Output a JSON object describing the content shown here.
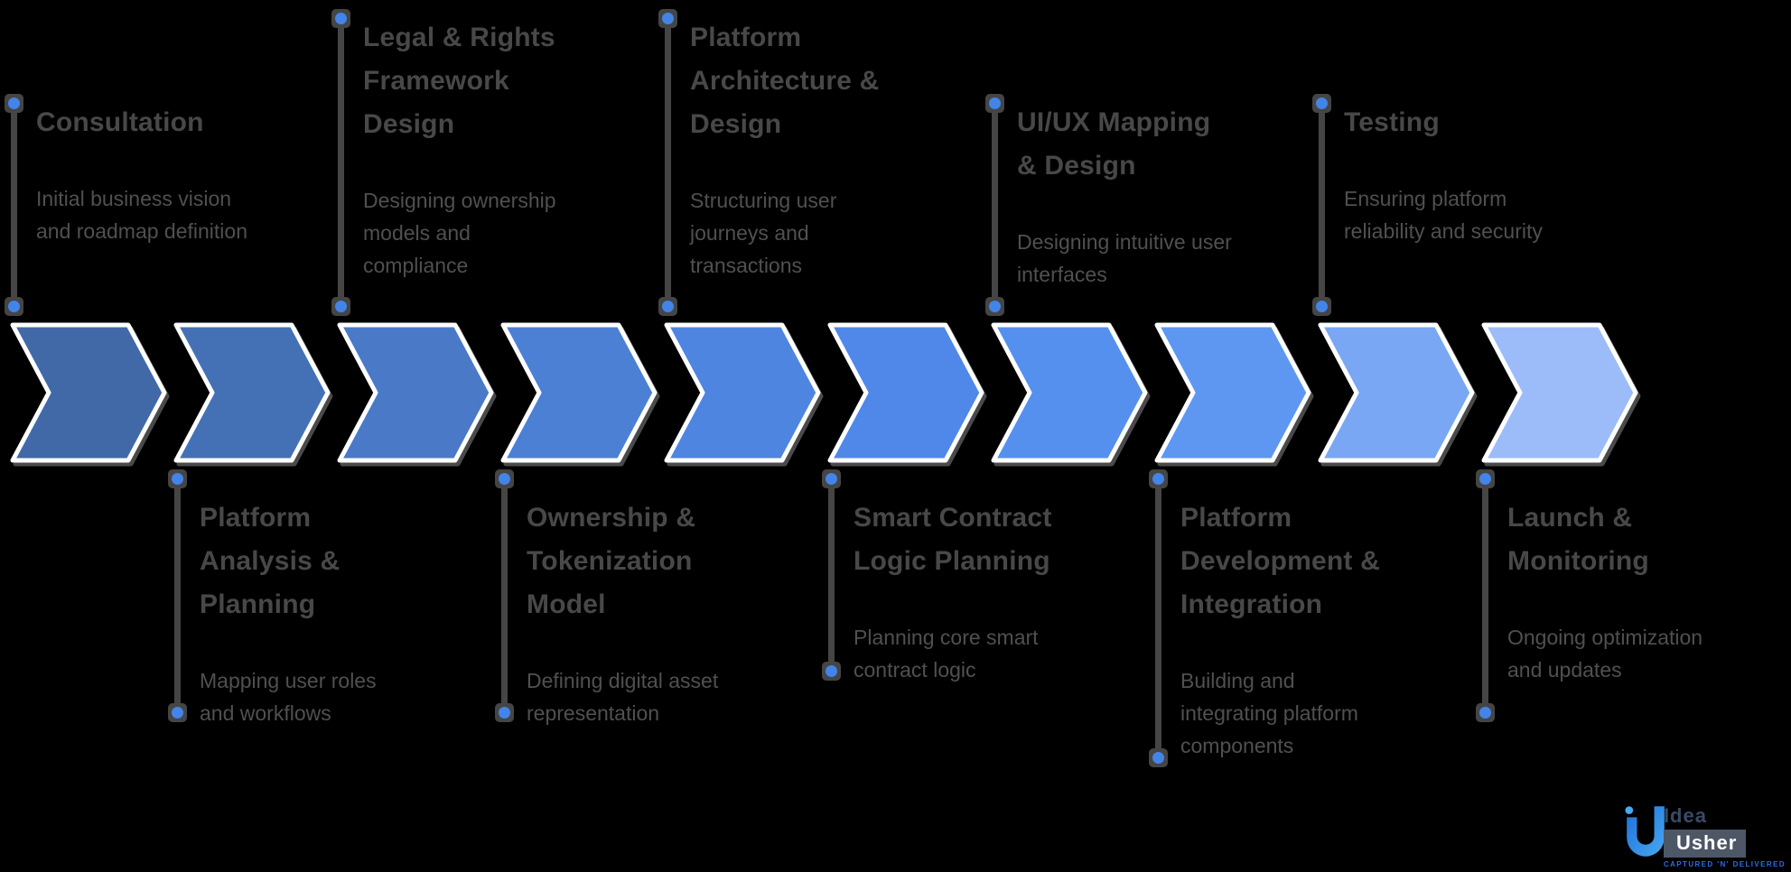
{
  "canvas": {
    "background": "#000000"
  },
  "colors": {
    "connector_line": "#454545",
    "connector_dot": "#4384E8",
    "chevron_border": "#FFFFFF",
    "title_text": "#484848",
    "body_text": "#505050"
  },
  "steps": [
    {
      "id": 1,
      "position": "top",
      "title": "Consultation",
      "description": "Initial business vision and roadmap definition",
      "color": "#4169A8"
    },
    {
      "id": 2,
      "position": "bottom",
      "title": "Platform Analysis & Planning",
      "description": "Mapping user roles and workflows",
      "color": "#4471B5"
    },
    {
      "id": 3,
      "position": "top",
      "title": "Legal & Rights Framework Design",
      "description": "Designing ownership models and compliance",
      "color": "#4A79C8"
    },
    {
      "id": 4,
      "position": "bottom",
      "title": "Ownership & Tokenization Model",
      "description": "Defining digital asset representation",
      "color": "#4C80D5"
    },
    {
      "id": 5,
      "position": "top",
      "title": "Platform Architecture & Design",
      "description": "Structuring user journeys and transactions",
      "color": "#4E85E0"
    },
    {
      "id": 6,
      "position": "bottom",
      "title": "Smart Contract Logic Planning",
      "description": "Planning core smart contract logic",
      "color": "#4F88E8"
    },
    {
      "id": 7,
      "position": "top",
      "title": "UI/UX Mapping & Design",
      "description": "Designing intuitive user interfaces",
      "color": "#5590EE"
    },
    {
      "id": 8,
      "position": "bottom",
      "title": "Platform Development & Integration",
      "description": "Building and integrating platform components",
      "color": "#5E97F2"
    },
    {
      "id": 9,
      "position": "top",
      "title": "Testing",
      "description": "Ensuring platform reliability and security",
      "color": "#7AA7F4"
    },
    {
      "id": 10,
      "position": "bottom",
      "title": "Launch & Monitoring",
      "description": "Ongoing optimization and updates",
      "color": "#9BBCF8"
    }
  ],
  "logo": {
    "brand_top": "Idea",
    "brand_bottom": "Usher",
    "tagline": "CAPTURED 'N' DELIVERED",
    "mark_gradient_start": "#1E6FD9",
    "mark_gradient_end": "#47A9F0",
    "usher_box_color": "#4D5766",
    "tagline_color": "#2E6BE6"
  }
}
